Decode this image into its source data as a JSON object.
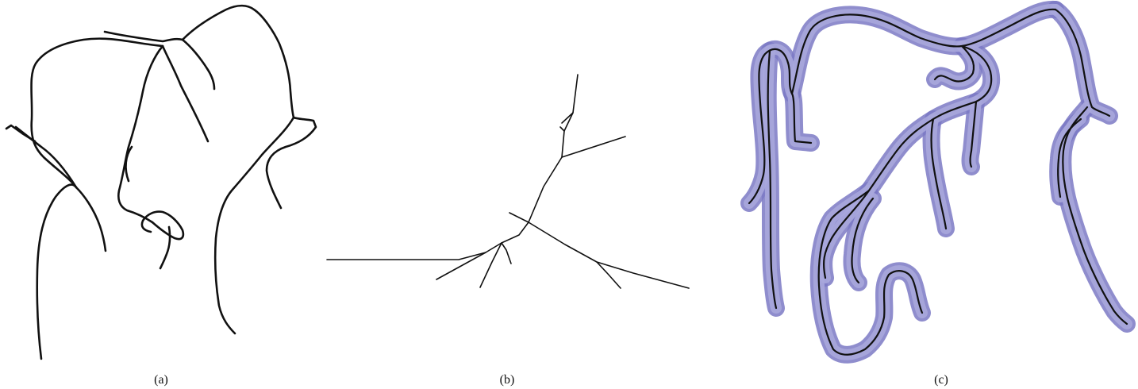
{
  "figure": {
    "panels": [
      {
        "caption": "(a)"
      },
      {
        "caption": "(b)"
      },
      {
        "caption": "(c)"
      }
    ],
    "colors": {
      "skeleton": "#111111",
      "vessel_surface": "#7b79c4",
      "vessel_surface_light": "#a9a7dc"
    }
  }
}
